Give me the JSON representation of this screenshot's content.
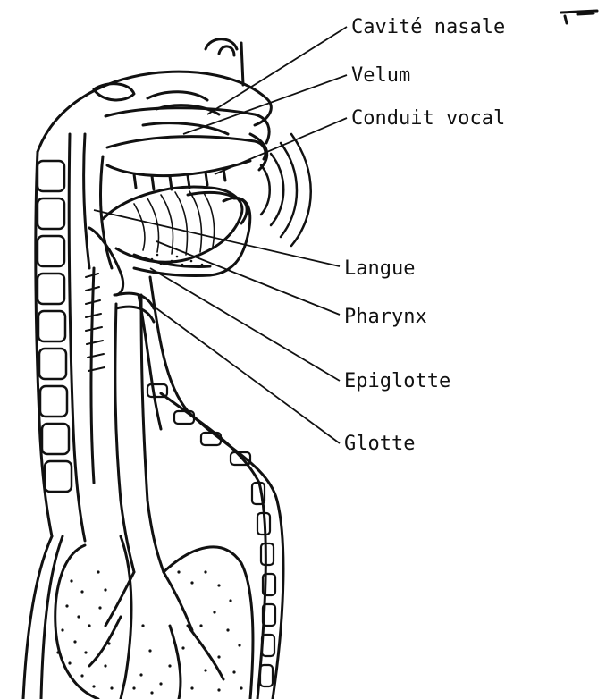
{
  "labels": {
    "cavite_nasale": "Cavité nasale",
    "velum": "Velum",
    "conduit_vocal": "Conduit vocal",
    "langue": "Langue",
    "pharynx": "Pharynx",
    "epiglotte": "Epiglotte",
    "glotte": "Glotte"
  },
  "colors": {
    "ink": "#111111",
    "background": "#ffffff"
  }
}
